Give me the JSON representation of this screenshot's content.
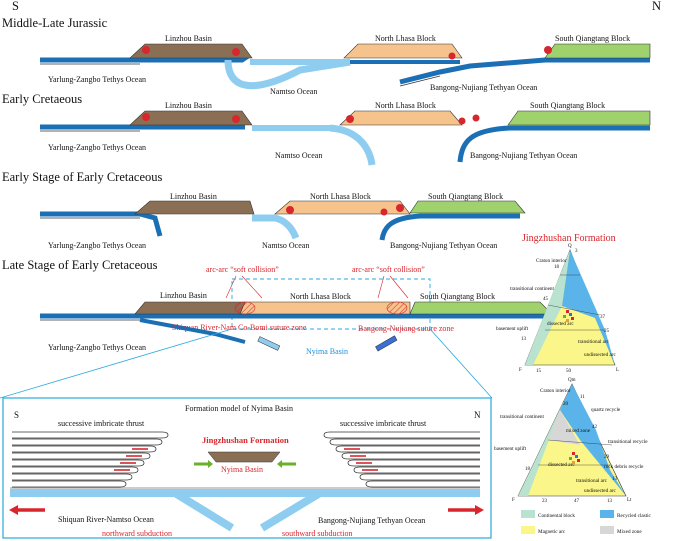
{
  "directions": {
    "south": "S",
    "north": "N"
  },
  "stages": [
    {
      "title": "Middle-Late Jurassic",
      "labels": {
        "basin": "Linzhou Basin",
        "lhasa": "North Lhasa Block",
        "qiangtang": "South Qiangtang Block",
        "tethys": "Yarlung-Zangbo Tethys Ocean",
        "namtso": "Namtso Ocean",
        "bangong": "Bangong-Nujiang Tethyan Ocean"
      }
    },
    {
      "title": "Early Cretaeous",
      "labels": {
        "basin": "Linzhou Basin",
        "lhasa": "North Lhasa Block",
        "qiangtang": "South Qiangtang Block",
        "tethys": "Yarlung-Zangbo Tethys Ocean",
        "namtso": "Namtso Ocean",
        "bangong": "Bangong-Nujiang Tethyan Ocean"
      }
    },
    {
      "title": "Early Stage of Early Cretaceous",
      "labels": {
        "basin": "Linzhou Basin",
        "lhasa": "North Lhasa Block",
        "qiangtang": "South Qiangtang Block",
        "tethys": "Yarlung-Zangbo Tethys Ocean",
        "namtso": "Namtso Ocean",
        "bangong": "Bangong-Nujiang Tethyan Ocean"
      }
    },
    {
      "title": "Late Stage of Early Cretaceous",
      "labels": {
        "basin": "Linzhou Basin",
        "lhasa": "North Lhasa Block",
        "qiangtang": "South Qiangtang Block",
        "tethys": "Yarlung-Zangbo Tethys Ocean",
        "collision_left": "arc-arc “soft collision”",
        "collision_right": "arc-arc “soft collision”",
        "suture_left": "Shiquan River-Nam Co-Bomi suture zone",
        "suture_right": "Bangong-Nujiang suture zone",
        "nyima": "Nyima Basin"
      }
    }
  ],
  "model": {
    "title": "Formation model of Nyima Basin",
    "south": "S",
    "north": "N",
    "thrust_left": "successive imbricate thrust",
    "thrust_right": "successive imbricate thrust",
    "formation": "Jingzhushan Formation",
    "basin": "Nyima Basin",
    "ocean_left": "Shiquan River-Namtso Ocean",
    "ocean_right": "Bangong-Nujiang Tethyan Ocean",
    "sub_left": "northward subduction",
    "sub_right": "southward subduction"
  },
  "ternary1": {
    "title": "Jingzhushan Formation",
    "apex_top": "Q",
    "apex_left": "F",
    "apex_right": "L",
    "fields": [
      "Craton interior",
      "transitional continent",
      "basement uplift",
      "dissected arc",
      "transitional arc",
      "undissected arc"
    ],
    "numbers": [
      "3",
      "18",
      "45",
      "13",
      "37",
      "25",
      "15",
      "50"
    ]
  },
  "ternary2": {
    "apex_top": "Qm",
    "apex_left": "F",
    "apex_right": "Lt",
    "fields": [
      "Craton interior",
      "quartz recycle",
      "transitional continent",
      "transitional recycle",
      "basement uplift",
      "mixed zone",
      "dissected arc",
      "rock debris recycle",
      "transitional arc",
      "undissected arc"
    ],
    "numbers": [
      "20",
      "11",
      "42",
      "29",
      "18",
      "13",
      "23",
      "47",
      "13"
    ]
  },
  "legend": [
    {
      "label": "Continental block",
      "color": "#b9e3cf"
    },
    {
      "label": "Recycled clastic",
      "color": "#5ab4ea"
    },
    {
      "label": "Magnetic arc",
      "color": "#fbf68a"
    },
    {
      "label": "Mixed zone",
      "color": "#d7d7d7"
    }
  ],
  "colors": {
    "basin": "#8b6f55",
    "lhasa": "#f5c38b",
    "qiangtang": "#9fd16c",
    "ocean_dark": "#1b6fb4",
    "ocean_light": "#8fcdf0",
    "red": "#d8262d",
    "cyan": "#2aa9dd"
  }
}
